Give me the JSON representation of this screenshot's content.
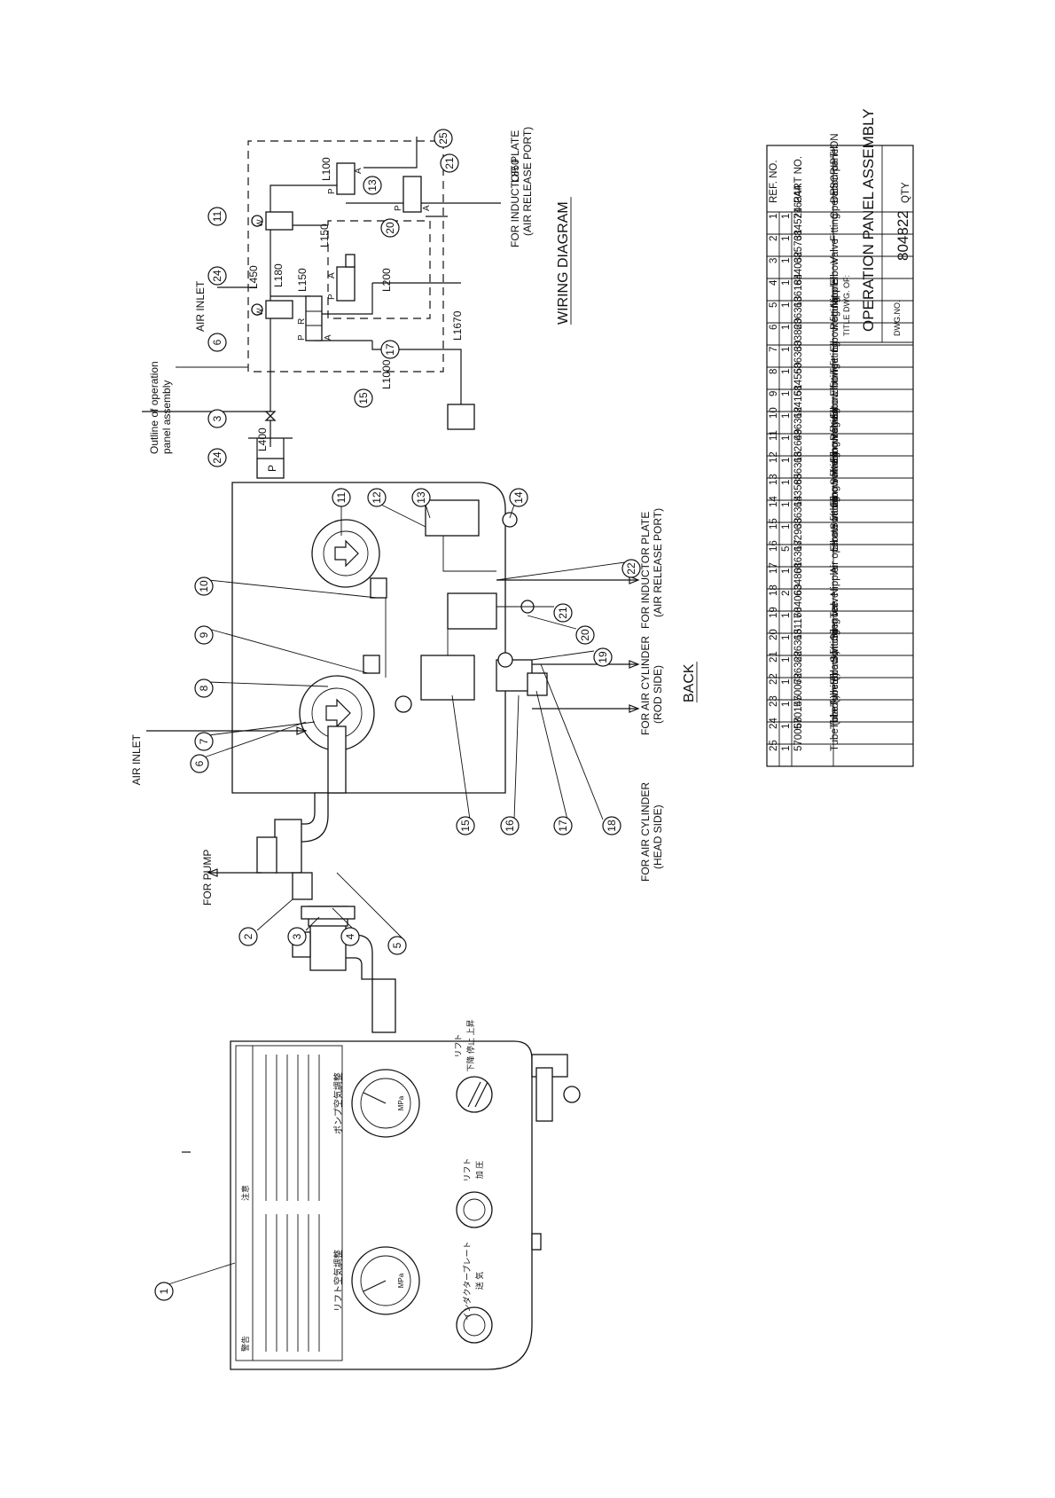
{
  "front_labels": {
    "warning_title": "警告",
    "caution_title": "注意",
    "lift_air_adjust": "リフト空気調整",
    "pump_air_adjust": "ポンプ空気調整",
    "inductor_plate": "インダクタープレート",
    "inductor_plate_sub": "送 気",
    "lift_press": "リフト",
    "lift_press_sub": "加 圧",
    "lift_updown": "リフト",
    "lift_updown_sub": "下降 停止 上昇",
    "gauge_unit": "MPa"
  },
  "back_view": {
    "title": "BACK",
    "air_inlet": "AIR INLET",
    "for_pump": "FOR PUMP",
    "head_side_1": "FOR AIR CYLINDER",
    "head_side_2": "(HEAD SIDE)",
    "rod_side_1": "FOR AIR CYLINDER",
    "rod_side_2": "(ROD SIDE)",
    "inductor_1": "FOR INDUCTOR PLATE",
    "inductor_2": "(AIR RELEASE PORT)"
  },
  "wiring": {
    "title": "WIRING DIAGRAM",
    "air_inlet": "AIR INLET",
    "outline_1": "Outline of operation",
    "outline_2": "panel assembly",
    "inductor_1": "FOR INDUCTOR PLATE",
    "inductor_2": "(AIR RELEASE PORT)",
    "pump_symbol": "P",
    "port_p": "P",
    "port_a": "A",
    "port_r": "R",
    "port_w": "W",
    "lengths": [
      "L400",
      "L450",
      "L180",
      "L150",
      "L150",
      "L100",
      "L850",
      "L200",
      "L1000",
      "L1670"
    ]
  },
  "callouts": [
    "1",
    "2",
    "3",
    "4",
    "5",
    "6",
    "7",
    "8",
    "9",
    "10",
    "11",
    "12",
    "13",
    "14",
    "15",
    "16",
    "17",
    "18",
    "19",
    "20",
    "21",
    "22",
    "3",
    "6",
    "11",
    "13",
    "15",
    "17",
    "20",
    "21",
    "24",
    "24",
    "25"
  ],
  "bom": {
    "left_rows": [
      {
        "no": "25",
        "part": "570068",
        "desc": "Tube (black)",
        "qty": "1"
      },
      {
        "no": "24",
        "part": "570145",
        "desc": "Tube (white)",
        "qty": "1"
      },
      {
        "no": "23",
        "part": "570072",
        "desc": "Tube (black)",
        "qty": "1"
      },
      {
        "no": "22",
        "part": "686322",
        "desc": "Elbow fitting",
        "qty": "1"
      },
      {
        "no": "21",
        "part": "686315",
        "desc": "Switching valve",
        "qty": "1"
      },
      {
        "no": "20",
        "part": "681170",
        "desc": "Silencer",
        "qty": "1"
      },
      {
        "no": "19",
        "part": "634060",
        "desc": "Tee",
        "qty": "1"
      },
      {
        "no": "18",
        "part": "634801",
        "desc": "Nipple",
        "qty": "2"
      },
      {
        "no": "17",
        "part": "686317",
        "desc": "Air operate valve",
        "qty": "1"
      },
      {
        "no": "16",
        "part": "682933",
        "desc": "Elbow fitting",
        "qty": "5"
      }
    ],
    "mid_rows": [
      {
        "no": "15",
        "part": "686314",
        "desc": "Switching valve",
        "qty": "1"
      },
      {
        "no": "14",
        "part": "683585",
        "desc": "Elbow fitting",
        "qty": "1"
      },
      {
        "no": "13",
        "part": "686316",
        "desc": "Switching valve",
        "qty": "1"
      },
      {
        "no": "12",
        "part": "682649",
        "desc": "Elbow fitting",
        "qty": "1"
      },
      {
        "no": "11",
        "part": "686312",
        "desc": "Regulator",
        "qty": "1"
      },
      {
        "no": "10",
        "part": "684151",
        "desc": "Elbow fitting",
        "qty": "1"
      },
      {
        "no": "9",
        "part": "684550",
        "desc": "Elbow fitting",
        "qty": "1"
      },
      {
        "no": "8",
        "part": "686330",
        "desc": "Tee",
        "qty": "1"
      },
      {
        "no": "7",
        "part": "683820",
        "desc": "Elbow fitting",
        "qty": "1"
      },
      {
        "no": "6",
        "part": "686313",
        "desc": "Regulator",
        "qty": "1"
      }
    ],
    "right_rows": [
      {
        "no": "5",
        "part": "686184",
        "desc": "Nipple",
        "qty": "1"
      },
      {
        "no": "4",
        "part": "634032",
        "desc": "Elbow",
        "qty": "1"
      },
      {
        "no": "3",
        "part": "685731",
        "desc": "Valve",
        "qty": "1"
      },
      {
        "no": "2",
        "part": "684524",
        "desc": "Fitting",
        "qty": "1"
      },
      {
        "no": "1",
        "part": "716344",
        "desc": "Operation panel",
        "qty": "1"
      }
    ],
    "header": {
      "no": "REF. NO.",
      "part": "PART NO.",
      "desc": "DESCRIPTION",
      "qty": "QTY"
    },
    "title_label": "TITLE  DWG. OF:",
    "title": "OPERATION PANEL ASSEMBLY",
    "dwg_label": "DWG.NO.",
    "dwg_no": "804822"
  }
}
